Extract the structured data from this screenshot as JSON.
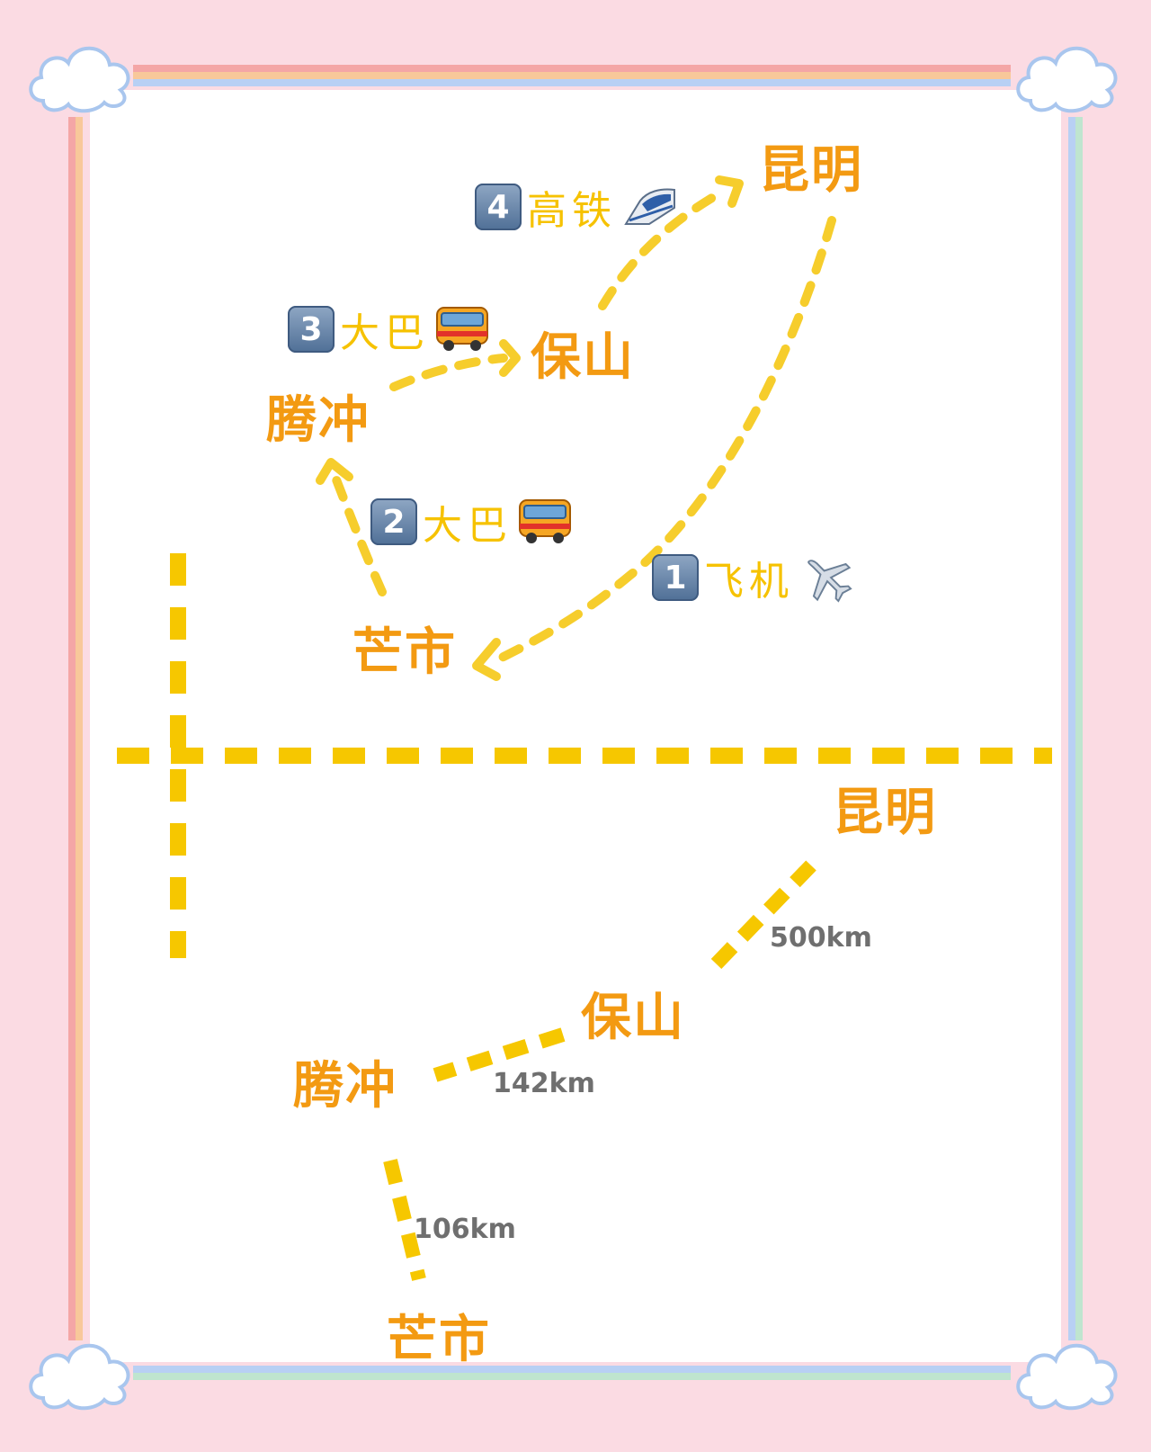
{
  "colors": {
    "background": "#fbdbe3",
    "route": "#f6c700",
    "city": "#f39a12",
    "distance": "#6f6f6f",
    "step_label": "#f6c200",
    "frame_stripes": [
      "#f4a6a6",
      "#f8c89a",
      "#b8d0f4",
      "#bfe5cf"
    ]
  },
  "top_map": {
    "cities": {
      "kunming": "昆明",
      "baoshan": "保山",
      "tengchong": "腾冲",
      "mangshi": "芒市"
    },
    "steps": [
      {
        "number": "1",
        "label": "飞机",
        "icon": "airplane-icon"
      },
      {
        "number": "2",
        "label": "大巴",
        "icon": "bus-icon"
      },
      {
        "number": "3",
        "label": "大巴",
        "icon": "bus-icon"
      },
      {
        "number": "4",
        "label": "高铁",
        "icon": "high-speed-train-icon"
      }
    ]
  },
  "bottom_map": {
    "cities": {
      "kunming": "昆明",
      "baoshan": "保山",
      "tengchong": "腾冲",
      "mangshi": "芒市"
    },
    "distances": {
      "kunming_baoshan": "500km",
      "baoshan_tengchong": "142km",
      "tengchong_mangshi": "106km"
    }
  }
}
